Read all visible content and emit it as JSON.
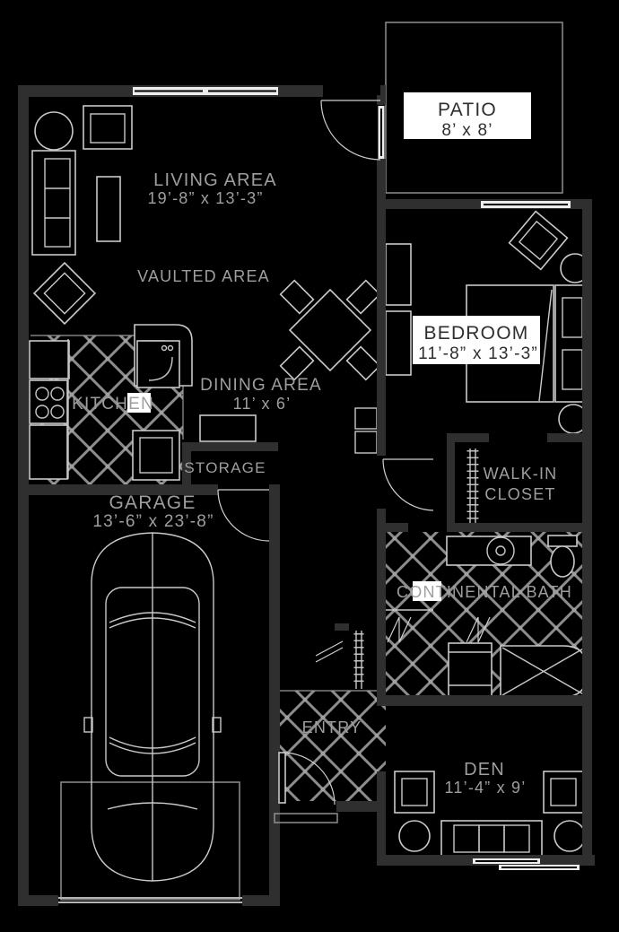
{
  "colors": {
    "background": "#000000",
    "wall": "#2f2f2f",
    "furniture_line": "#c9c9c9",
    "tile_line": "#8c8c8c",
    "label_text": "#9e9e9e",
    "label_box_bg": "#ffffff",
    "label_box_text": "#2e2e2e"
  },
  "rooms": {
    "patio": {
      "name": "PATIO",
      "dims": "8’ x 8’"
    },
    "living": {
      "name": "LIVING AREA",
      "dims": "19’-8” x 13’-3”"
    },
    "vaulted": {
      "name": "VAULTED AREA"
    },
    "bedroom": {
      "name": "BEDROOM",
      "dims": "11’-8” x 13’-3”"
    },
    "kitchen": {
      "name": "KITCHEN"
    },
    "dining": {
      "name": "DINING AREA",
      "dims": "11’ x 6’"
    },
    "storage": {
      "name": "STORAGE"
    },
    "garage": {
      "name": "GARAGE",
      "dims": "13’-6” x 23’-8”"
    },
    "walk_in_closet": {
      "line1": "WALK-IN",
      "line2": "CLOSET"
    },
    "bath": {
      "name": "CONTINENTAL BATH"
    },
    "entry": {
      "name": "ENTRY"
    },
    "den": {
      "name": "DEN",
      "dims": "11’-4” x 9’"
    }
  }
}
